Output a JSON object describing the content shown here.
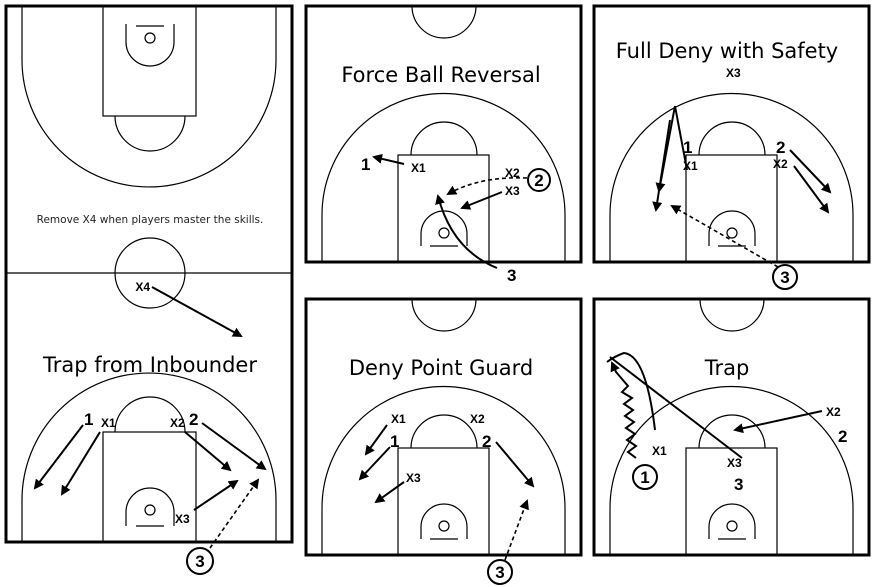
{
  "panels": {
    "inbound": {
      "title": "Trap from Inbounder",
      "note": "Remove X4 when players master the skills."
    },
    "force": {
      "title": "Force Ball Reversal"
    },
    "full_deny": {
      "title": "Full Deny with Safety"
    },
    "deny_pg": {
      "title": "Deny Point Guard"
    },
    "trap": {
      "title": "Trap"
    }
  },
  "players": {
    "inbound": {
      "p1": "1",
      "p2": "2",
      "p3": "3",
      "x1": "X1",
      "x2": "X2",
      "x3": "X3",
      "x4": "X4"
    },
    "force": {
      "p1": "1",
      "p2": "2",
      "p3": "3",
      "x1": "X1",
      "x2": "X2",
      "x3": "X3"
    },
    "full_deny": {
      "p1": "1",
      "p2": "2",
      "p3": "3",
      "x1": "X1",
      "x2": "X2",
      "x3": "X3"
    },
    "deny_pg": {
      "p1": "1",
      "p2": "2",
      "p3": "3",
      "x1": "X1",
      "x2": "X2",
      "x3": "X3"
    },
    "trap": {
      "p1": "1",
      "p2": "2",
      "p3": "3",
      "x1": "X1",
      "x2": "X2",
      "x3": "X3"
    }
  },
  "icons": {
    "arrow": "arrow-icon",
    "dribble": "dribble-path-icon",
    "pass": "pass-line-icon",
    "ball": "ball-handler-circle-icon"
  }
}
